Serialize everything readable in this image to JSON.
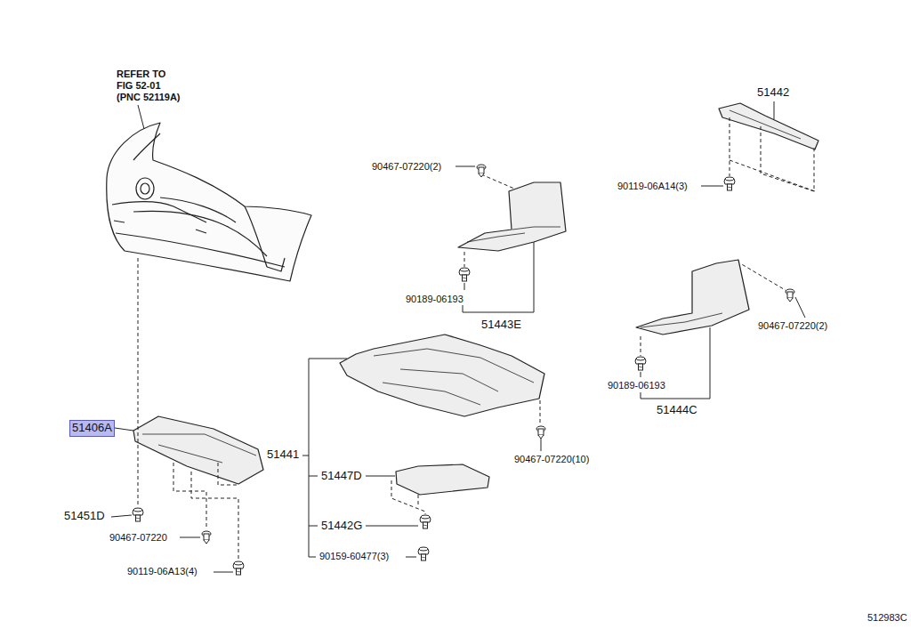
{
  "diagram": {
    "nodes": [
      {
        "text": [
          "51406A"
        ]
      }
    ],
    "labels": [
      "REFER TO",
      "FIG 52-01",
      "(PNC 52119A)",
      "51442",
      "90467-07220(2)",
      "90119-06A14(3)",
      "90189-06193",
      "51443E",
      "90467-07220(2)",
      "90189-06193",
      "51444C",
      "51441",
      "90467-07220(10)",
      "51447D",
      "51451D",
      "90467-07220",
      "51442G",
      "90119-06A13(4)",
      "90159-60477(3)",
      "512983C"
    ]
  }
}
